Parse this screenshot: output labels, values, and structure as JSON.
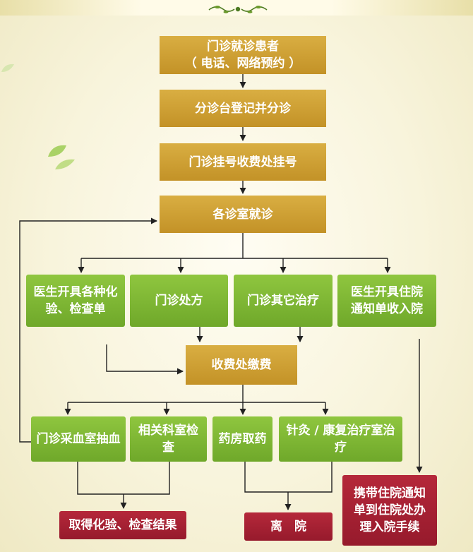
{
  "flow": {
    "step1_line1": "门诊就诊患者",
    "step1_line2": "（ 电话、网络预约 ）",
    "step2": "分诊台登记并分诊",
    "step3": "门诊挂号收费处挂号",
    "step4": "各诊室就诊",
    "branch1_line1": "医生开具各种化",
    "branch1_line2": "验、检查单",
    "branch2": "门诊处方",
    "branch3": "门诊其它治疗",
    "branch4_line1": "医生开具住院",
    "branch4_line2": "通知单收入院",
    "payment": "收费处缴费",
    "svc1": "门诊采血室抽血",
    "svc2": "相关科室检查",
    "svc3": "药房取药",
    "svc4": "针灸 / 康复治疗室治疗",
    "result1": "取得化验、检查结果",
    "result2": "离　院",
    "result3_line1": "携带住院通知",
    "result3_line2": "单到住院处办",
    "result3_line3": "理入院手续"
  },
  "colors": {
    "gold": "#c99a2e",
    "green": "#7cb532",
    "red": "#a3203a",
    "line": "#222222"
  }
}
